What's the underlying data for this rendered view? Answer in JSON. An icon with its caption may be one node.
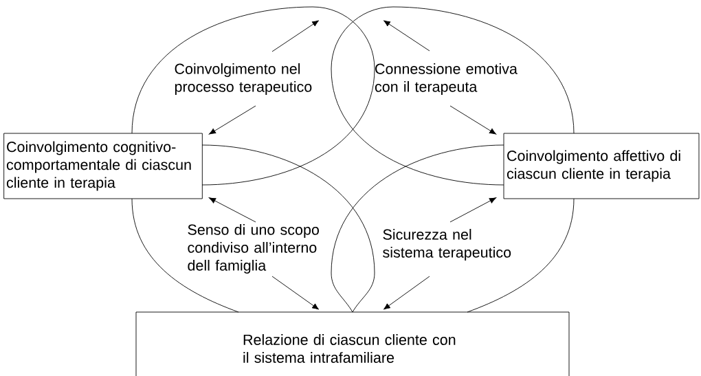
{
  "diagram": {
    "nodes": [
      {
        "text": [
          "Coinvolgimento cognitivo-comportamentale di ciascun cliente in terapia"
        ]
      },
      {
        "text": [
          "Coinvolgimento affettivo di ciascun cliente in terapia"
        ]
      },
      {
        "text": [
          "Relazione di ciascun cliente con il sistema intrafamiliare"
        ]
      },
      {
        "text": [
          "Coinvolgimento nel processo terapeutico"
        ]
      },
      {
        "text": [
          "Connessione emotiva con il terapeuta"
        ]
      },
      {
        "text": [
          "Senso di uno scopo condiviso all’interno dell famiglia"
        ]
      },
      {
        "text": [
          "Sicurezza nel sistema terapeutico"
        ]
      }
    ],
    "edges": [
      {
        "from": 3,
        "to": null,
        "arrow": "to"
      },
      {
        "from": 3,
        "to": 0,
        "arrow": "to"
      },
      {
        "from": 4,
        "to": null,
        "arrow": "to"
      },
      {
        "from": 4,
        "to": 1,
        "arrow": "to"
      },
      {
        "from": 5,
        "to": 0,
        "arrow": "to"
      },
      {
        "from": 5,
        "to": 2,
        "arrow": "to"
      },
      {
        "from": 6,
        "to": 1,
        "arrow": "to"
      },
      {
        "from": 6,
        "to": 2,
        "arrow": "to"
      },
      {
        "from": 0,
        "to": 0,
        "arrow": "none"
      },
      {
        "from": 1,
        "to": 1,
        "arrow": "none"
      },
      {
        "from": 0,
        "to": 2,
        "arrow": "none"
      },
      {
        "from": 0,
        "to": 2,
        "arrow": "none"
      },
      {
        "from": 1,
        "to": 2,
        "arrow": "none"
      },
      {
        "from": 1,
        "to": 2,
        "arrow": "none"
      }
    ]
  }
}
